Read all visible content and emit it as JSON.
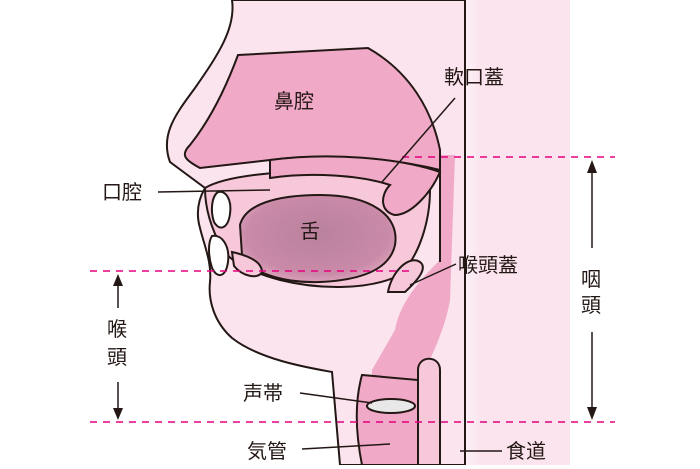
{
  "labels": {
    "nasal_cavity": "鼻腔",
    "soft_palate": "軟口蓋",
    "oral_cavity": "口腔",
    "tongue": "舌",
    "epiglottis": "喉頭蓋",
    "pharynx_1": "咽",
    "pharynx_2": "頭",
    "larynx_1": "喉",
    "larynx_2": "頭",
    "vocal_cords": "声帯",
    "trachea": "気管",
    "esophagus": "食道"
  },
  "colors": {
    "outline": "#231815",
    "skin": "#fbe4ee",
    "cavity": "#f0a9c6",
    "tissue": "#f6c8da",
    "tongue": "#c47c9e",
    "guide_line": "#e6007e",
    "vocal_cord": "#e8e8e8"
  }
}
